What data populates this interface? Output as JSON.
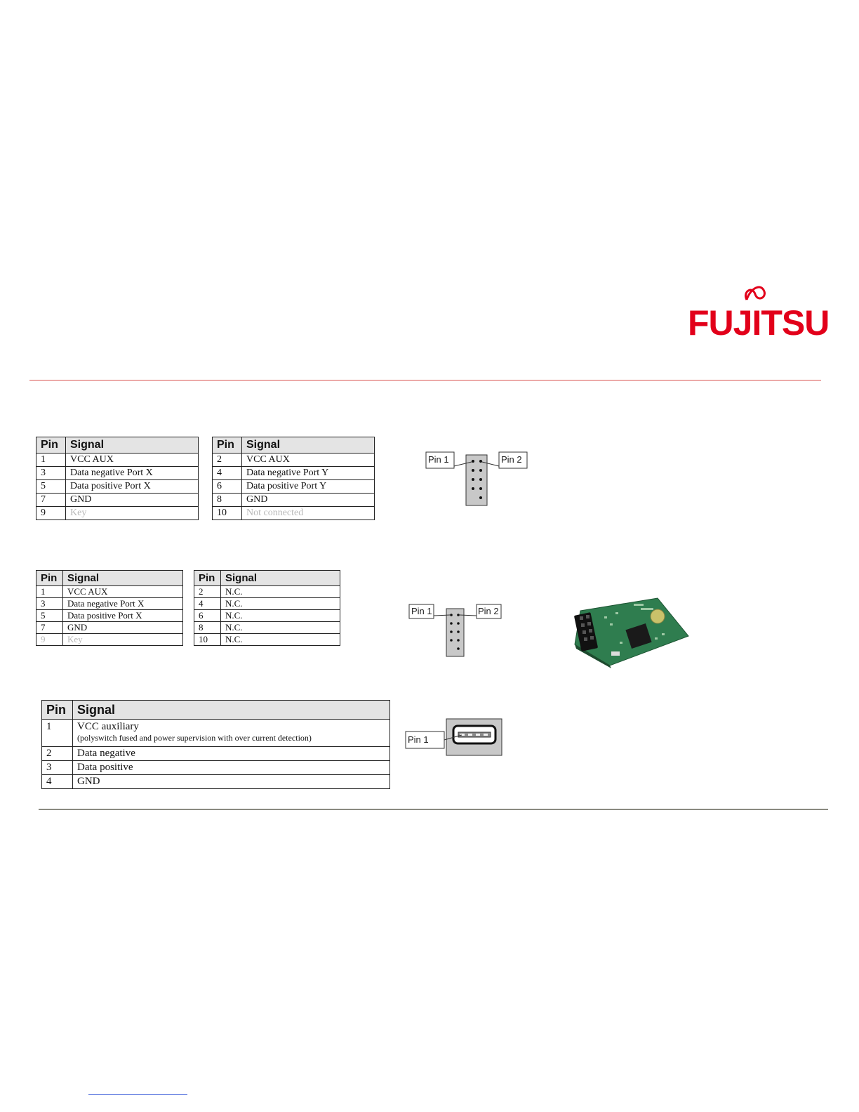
{
  "brand": {
    "name": "FUJITSU",
    "color": "#e2001a"
  },
  "table1_left": {
    "headers": [
      "Pin",
      "Signal"
    ],
    "rows": [
      {
        "pin": "1",
        "signal": "VCC AUX"
      },
      {
        "pin": "3",
        "signal": "Data negative  Port X"
      },
      {
        "pin": "5",
        "signal": "Data positive  Port X"
      },
      {
        "pin": "7",
        "signal": "GND"
      },
      {
        "pin": "9",
        "signal": "Key"
      }
    ]
  },
  "table1_right": {
    "headers": [
      "Pin",
      "Signal"
    ],
    "rows": [
      {
        "pin": "2",
        "signal": "VCC AUX"
      },
      {
        "pin": "4",
        "signal": "Data negative  Port Y"
      },
      {
        "pin": "6",
        "signal": "Data positive  Port Y"
      },
      {
        "pin": "8",
        "signal": "GND"
      },
      {
        "pin": "10",
        "signal": "Not connected"
      }
    ]
  },
  "table2_left": {
    "headers": [
      "Pin",
      "Signal"
    ],
    "rows": [
      {
        "pin": "1",
        "signal": "VCC AUX"
      },
      {
        "pin": "3",
        "signal": "Data negative  Port X"
      },
      {
        "pin": "5",
        "signal": "Data positive  Port X"
      },
      {
        "pin": "7",
        "signal": "GND"
      },
      {
        "pin": "9",
        "signal": "Key"
      }
    ]
  },
  "table2_right": {
    "headers": [
      "Pin",
      "Signal"
    ],
    "rows": [
      {
        "pin": "2",
        "signal": "N.C."
      },
      {
        "pin": "4",
        "signal": "N.C."
      },
      {
        "pin": "6",
        "signal": "N.C."
      },
      {
        "pin": "8",
        "signal": "N.C."
      },
      {
        "pin": "10",
        "signal": "N.C."
      }
    ]
  },
  "table3": {
    "headers": [
      "Pin",
      "Signal"
    ],
    "rows": [
      {
        "pin": "1",
        "signal": "VCC auxiliary",
        "note": "(polyswitch  fused  and  power supervision  with  over current  detection)"
      },
      {
        "pin": "2",
        "signal": "Data negative"
      },
      {
        "pin": "3",
        "signal": "Data positive"
      },
      {
        "pin": "4",
        "signal": "GND"
      }
    ]
  },
  "diagrams": {
    "header_a": {
      "pin1_label": "Pin 1",
      "pin2_label": "Pin 2"
    },
    "header_b": {
      "pin1_label": "Pin 1",
      "pin2_label": "Pin 2"
    },
    "usb_a": {
      "pin1_label": "Pin 1"
    }
  },
  "icons": {
    "logo": "fujitsu-logo-icon",
    "photo": "usb-module-photo-icon"
  }
}
